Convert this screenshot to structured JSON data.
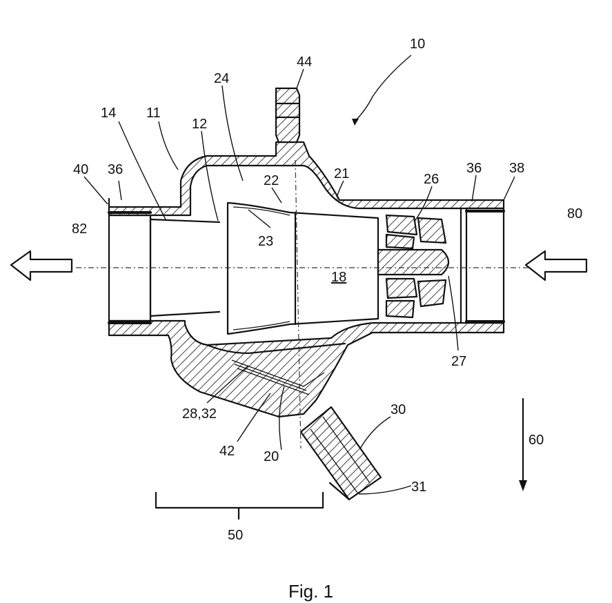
{
  "figure": {
    "caption": "Fig. 1",
    "labels": {
      "l10": "10",
      "l44": "44",
      "l24": "24",
      "l14": "14",
      "l11": "11",
      "l12": "12",
      "l22": "22",
      "l21": "21",
      "l26": "26",
      "l36a": "36",
      "l36b": "36",
      "l38": "38",
      "l40": "40",
      "l80": "80",
      "l82": "82",
      "l23": "23",
      "l18": "18",
      "l27": "27",
      "l28_32": "28,32",
      "l30": "30",
      "l60": "60",
      "l42": "42",
      "l20": "20",
      "l31": "31",
      "l50": "50"
    }
  }
}
